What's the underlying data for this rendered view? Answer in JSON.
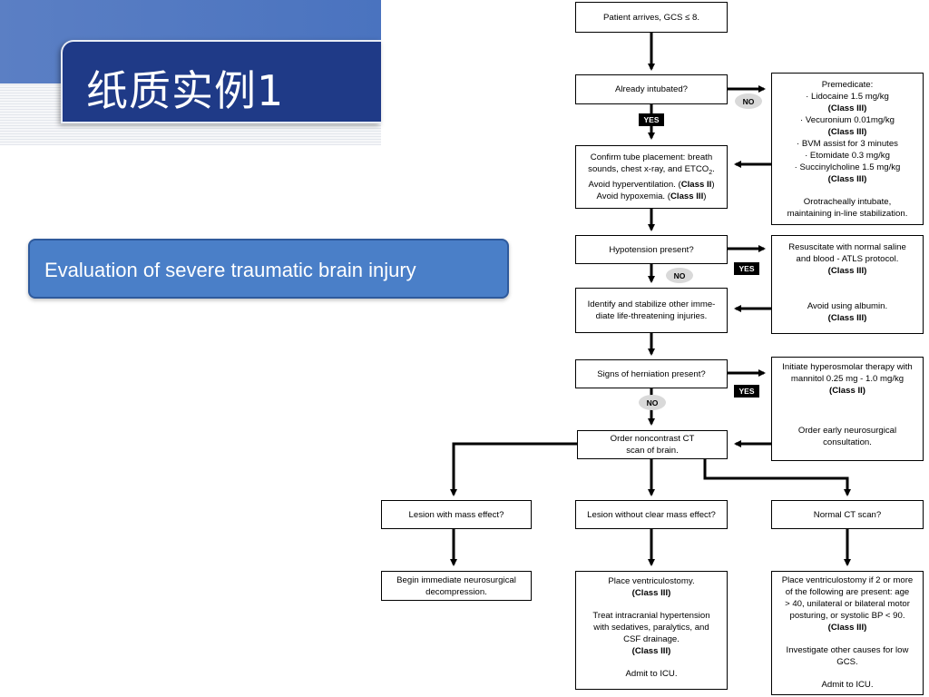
{
  "slide": {
    "title": "纸质实例1",
    "subtitle": "Evaluation of  severe traumatic brain injury"
  },
  "flowchart": {
    "patient_arrives": "Patient arrives, GCS ≤ 8.",
    "already_intubated": "Already intubated?",
    "premedicate": {
      "heading": "Premedicate:",
      "lines": [
        "· Lidocaine 1.5 mg/kg",
        "(Class III)",
        "· Vecuronium 0.01mg/kg",
        "(Class III)",
        "· BVM assist for 3 minutes",
        "· Etomidate 0.3 mg/kg",
        "· Succinylcholine 1.5 mg/kg",
        "(Class III)"
      ],
      "footer1": "Orotracheally intubate,",
      "footer2": "maintaining in-line stabilization."
    },
    "confirm_tube": {
      "l1": "Confirm tube placement: breath",
      "l2": "sounds, chest x-ray, and ETCO",
      "l2_sub": "2",
      "l3a": "Avoid hyperventilation. (",
      "l3b": "Class II",
      "l3c": ")",
      "l4a": "Avoid hypoxemia. (",
      "l4b": "Class III",
      "l4c": ")"
    },
    "hypotension": "Hypotension present?",
    "resuscitate": {
      "l1": "Resuscitate with normal saline",
      "l2": "and blood - ATLS protocol.",
      "l3": "(Class III)",
      "l4": "Avoid using albumin.",
      "l5": "(Class III)"
    },
    "identify": {
      "l1": "Identify and stabilize other imme-",
      "l2": "diate life-threatening injuries."
    },
    "herniation": "Signs of herniation present?",
    "hyperosmolar": {
      "l1": "Initiate hyperosmolar therapy with",
      "l2": "mannitol 0.25 mg - 1.0 mg/kg",
      "l3": "(Class II)",
      "l4": "Order early neurosurgical",
      "l5": "consultation."
    },
    "order_ct": {
      "l1": "Order noncontrast CT",
      "l2": "scan of brain."
    },
    "lesion_mass": "Lesion with mass effect?",
    "lesion_no_mass": "Lesion without clear mass effect?",
    "normal_ct": "Normal CT scan?",
    "decompression": {
      "l1": "Begin immediate neurosurgical",
      "l2": "decompression."
    },
    "ventriculostomy": {
      "l1": "Place ventriculostomy.",
      "l2": "(Class III)",
      "l3": "Treat intracranial hypertension",
      "l4": "with sedatives, paralytics, and",
      "l5": "CSF drainage.",
      "l6": "(Class III)",
      "l7": "Admit to ICU."
    },
    "ventriculostomy_if": {
      "l1": "Place ventriculostomy if 2 or more",
      "l2": "of the following are present: age",
      "l3": "> 40, unilateral or bilateral motor",
      "l4": "posturing, or systolic BP < 90.",
      "l5": "(Class III)",
      "l6": "Investigate other causes for low",
      "l7": "GCS.",
      "l8": "Admit to ICU."
    },
    "tags": {
      "yes": "YES",
      "no": "NO"
    }
  },
  "colors": {
    "title_bg": "#1f3a87",
    "subtitle_bg": "#4a7fc8",
    "top_band": "#4a73bf"
  }
}
